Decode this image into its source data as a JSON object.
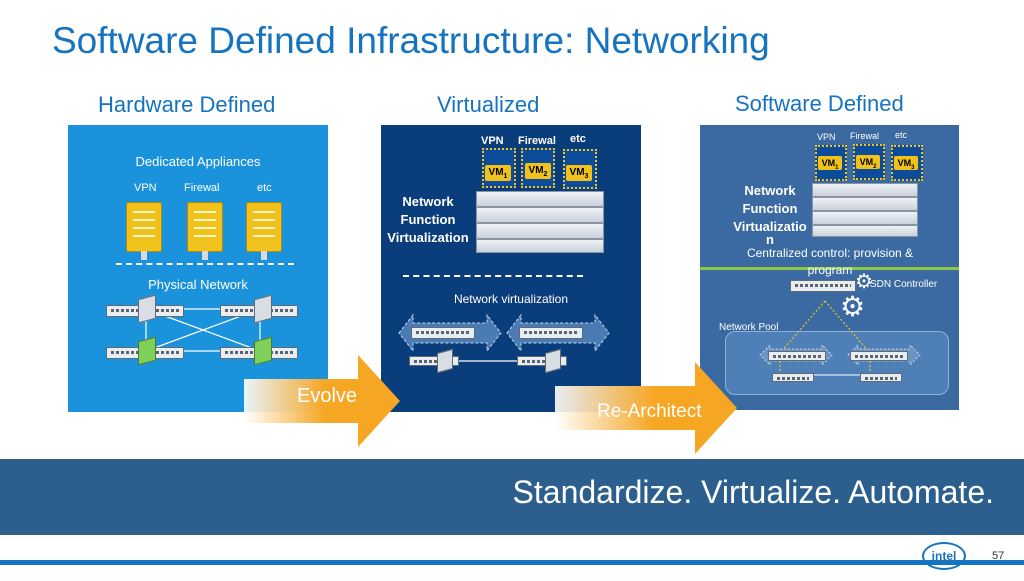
{
  "slide": {
    "title": "Software Defined Infrastructure: Networking",
    "page_number": "57",
    "tagline": "Standardize. Virtualize. Automate.",
    "logo_text": "intel"
  },
  "columns": {
    "hardware": {
      "heading": "Hardware Defined",
      "appliances_label": "Dedicated Appliances",
      "server_labels": [
        "VPN",
        "Firewal",
        "etc"
      ],
      "physical_label": "Physical Network"
    },
    "virtualized": {
      "heading": "Virtualized",
      "server_labels": [
        "VPN",
        "Firewal",
        "etc"
      ],
      "vm_labels": [
        "VM",
        "VM",
        "VM"
      ],
      "vm_subscripts": [
        "1",
        "2",
        "3"
      ],
      "nfv_label": [
        "Network",
        "Function",
        "Virtualization"
      ],
      "netvirt_label": "Network virtualization"
    },
    "software": {
      "heading": "Software Defined",
      "server_labels": [
        "VPN",
        "Firewal",
        "etc"
      ],
      "vm_labels": [
        "VM",
        "VM",
        "VM"
      ],
      "vm_subscripts": [
        "1",
        "2",
        "3"
      ],
      "nfv_label": [
        "Network",
        "Function",
        "Virtualizatio",
        "n"
      ],
      "control_label": "Centralized control: provision & program",
      "sdn_label": "SDN Controller",
      "pool_label": "Network Pool"
    }
  },
  "arrows": {
    "evolve": "Evolve",
    "rearchitect": "Re-Architect"
  },
  "colors": {
    "title_blue": "#1573c0",
    "panel_hw": "#1b93dc",
    "panel_virt": "#0a3d7c",
    "panel_sdn": "#3b6aa2",
    "accent_yellow": "#f1c21b",
    "arrow_orange": "#f5a623",
    "band": "#2c5f8e"
  }
}
